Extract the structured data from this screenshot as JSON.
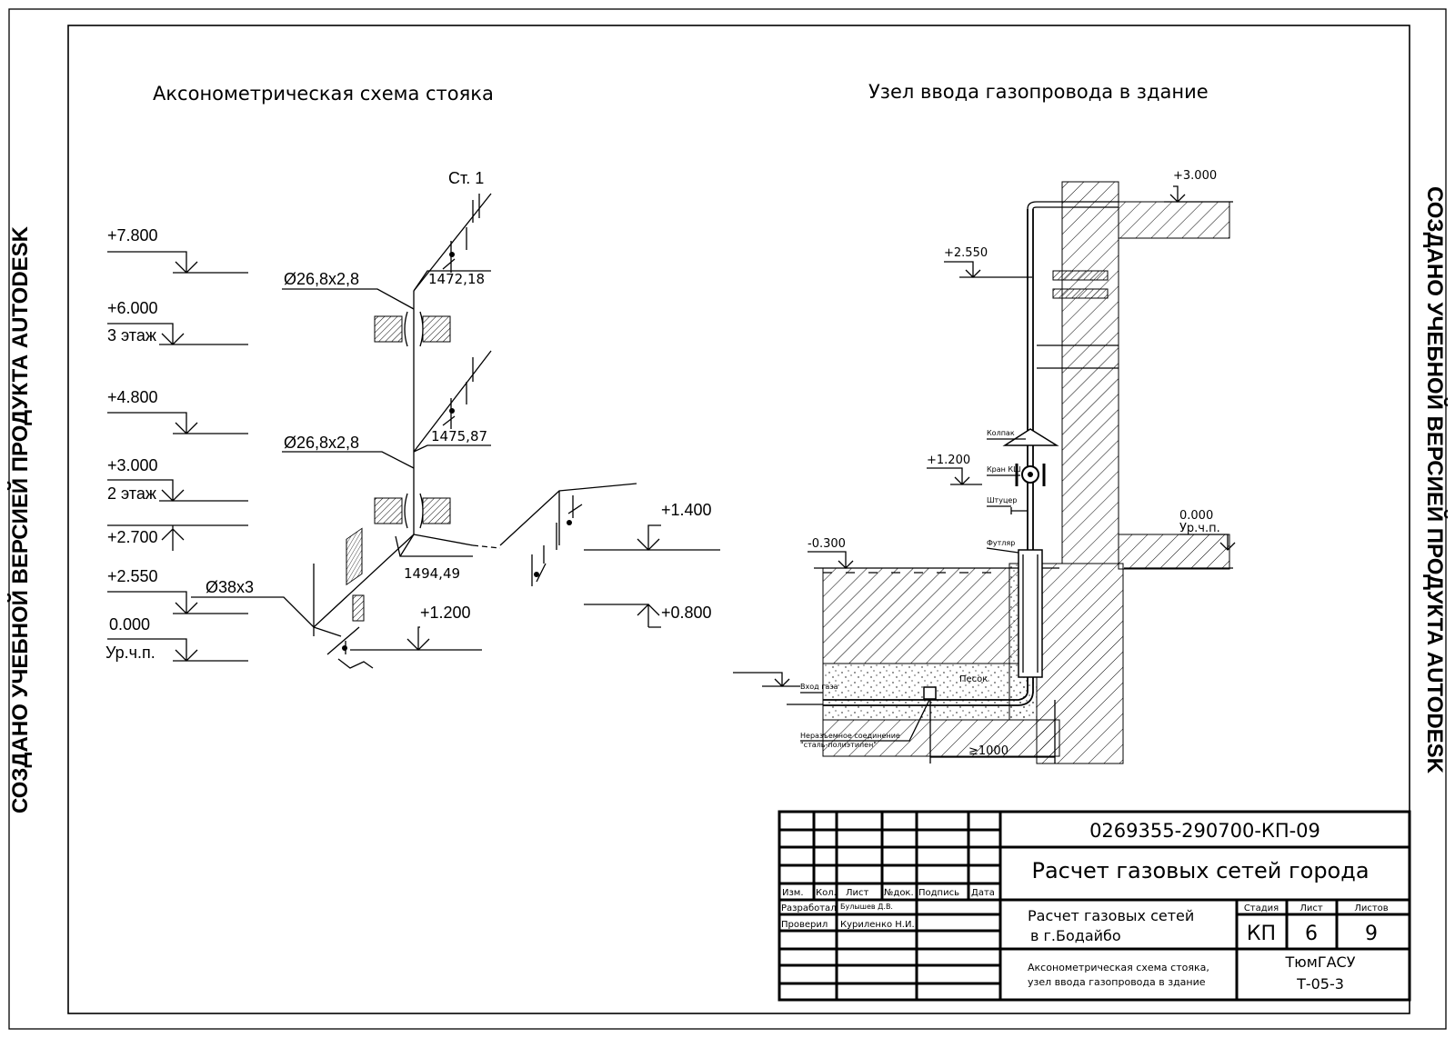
{
  "watermark": "СОЗДАНО УЧЕБНОЙ ВЕРСИЕЙ ПРОДУКТА AUTODESK",
  "left": {
    "title": "Аксонометрическая схема стояка",
    "riser_label": "Ст. 1",
    "levels": [
      {
        "value": "+7.800",
        "note": ""
      },
      {
        "value": "+6.000",
        "note": "3 этаж"
      },
      {
        "value": "+4.800",
        "note": ""
      },
      {
        "value": "+3.000",
        "note": "2 этаж"
      },
      {
        "value": "+2.700",
        "note": ""
      },
      {
        "value": "+2.550",
        "note": ""
      },
      {
        "value": "0.000",
        "note": "Ур.ч.п."
      }
    ],
    "pipes": [
      "Ø26,8x2,8",
      "Ø26,8x2,8",
      "Ø38x3"
    ],
    "lengths": [
      "1472,18",
      "1475,87",
      "1494,49"
    ],
    "marks": [
      "+1.400",
      "+1.200",
      "+0.800"
    ]
  },
  "right": {
    "title": "Узел ввода газопровода в здание",
    "levels": [
      "+3.000",
      "+2.550",
      "+1.200",
      "0.000",
      "Ур.ч.п.",
      "-0.300"
    ],
    "labels": [
      "Колпак",
      "Кран КШ",
      "Штуцер",
      "Футляр",
      "Вход газа",
      "Песок",
      "Неразъемное соединение",
      "\"сталь-полиэтилен\""
    ],
    "dimension": "≥1000"
  },
  "title_block": {
    "code": "0269355-290700-КП-09",
    "project": "Расчет газовых сетей города",
    "headers": [
      "Изм.",
      "Кол.",
      "Лист",
      "№док.",
      "Подпись",
      "Дата"
    ],
    "roles": [
      {
        "role": "Разработал",
        "name": "Булышев Д.В."
      },
      {
        "role": "Проверил",
        "name": "Куриленко Н.И."
      }
    ],
    "subject_line1": "Расчет газовых сетей",
    "subject_line2": "в г.Бодайбо",
    "sheet_line1": "Аксонометрическая схема стояка,",
    "sheet_line2": "узел ввода газопровода в здание",
    "stage_label": "Стадия",
    "sheet_label": "Лист",
    "sheets_label": "Листов",
    "stage": "КП",
    "sheet": "6",
    "sheets": "9",
    "org": "ТюмГАСУ",
    "group": "Т-05-3"
  }
}
